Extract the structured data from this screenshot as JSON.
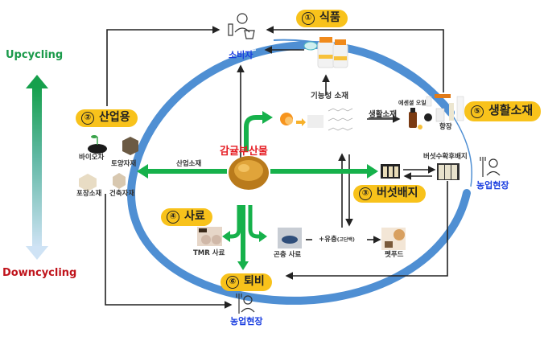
{
  "axis": {
    "top_label": "Upcycling",
    "bottom_label": "Downcycling",
    "top_color": "#1a9a4a",
    "bottom_color": "#c0141c"
  },
  "center": {
    "label": "감귤부산물",
    "color": "#e51c23"
  },
  "badges": [
    {
      "num": "①",
      "text": "식품"
    },
    {
      "num": "②",
      "text": "산업용"
    },
    {
      "num": "③",
      "text": "버섯배지"
    },
    {
      "num": "④",
      "text": "사료"
    },
    {
      "num": "⑤",
      "text": "생활소재"
    },
    {
      "num": "⑥",
      "text": "퇴비"
    }
  ],
  "actors": {
    "consumer": "소비자",
    "farm_right": "농업현장",
    "farm_bottom": "농업현장"
  },
  "labels": {
    "industrial_material": "산업소재",
    "functional_material": "기능성 소재",
    "living_material": "생활소재",
    "essential_oil": "에센셜 오일",
    "fragrance": "향장",
    "spent_mushroom": "버섯수확후배지",
    "biochar": "바이오차",
    "soil_material": "토양자재",
    "packaging": "포장소재",
    "construction": "건축자재",
    "tmr_feed": "TMR 사료",
    "insect_feed": "곤충 사료",
    "larvae": "+유충",
    "larvae_note": "(고단백)",
    "petfood": "펫푸드"
  },
  "colors": {
    "badge": "#f8c21b",
    "green_arrow": "#16b14b",
    "blue_ring": "#4f8fd3",
    "actor_text": "#1a3ee0"
  }
}
